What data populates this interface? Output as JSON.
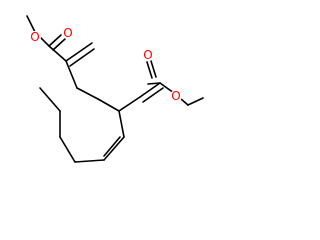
{
  "molecule": {
    "atoms": {
      "o_ester_top": "O",
      "o_carbonyl_top": "O",
      "o_carbonyl_right": "O",
      "o_ester_right": "O"
    },
    "colors": {
      "bond": "#000000",
      "oxygen": "#ff0000",
      "background": "#ffffff"
    }
  }
}
